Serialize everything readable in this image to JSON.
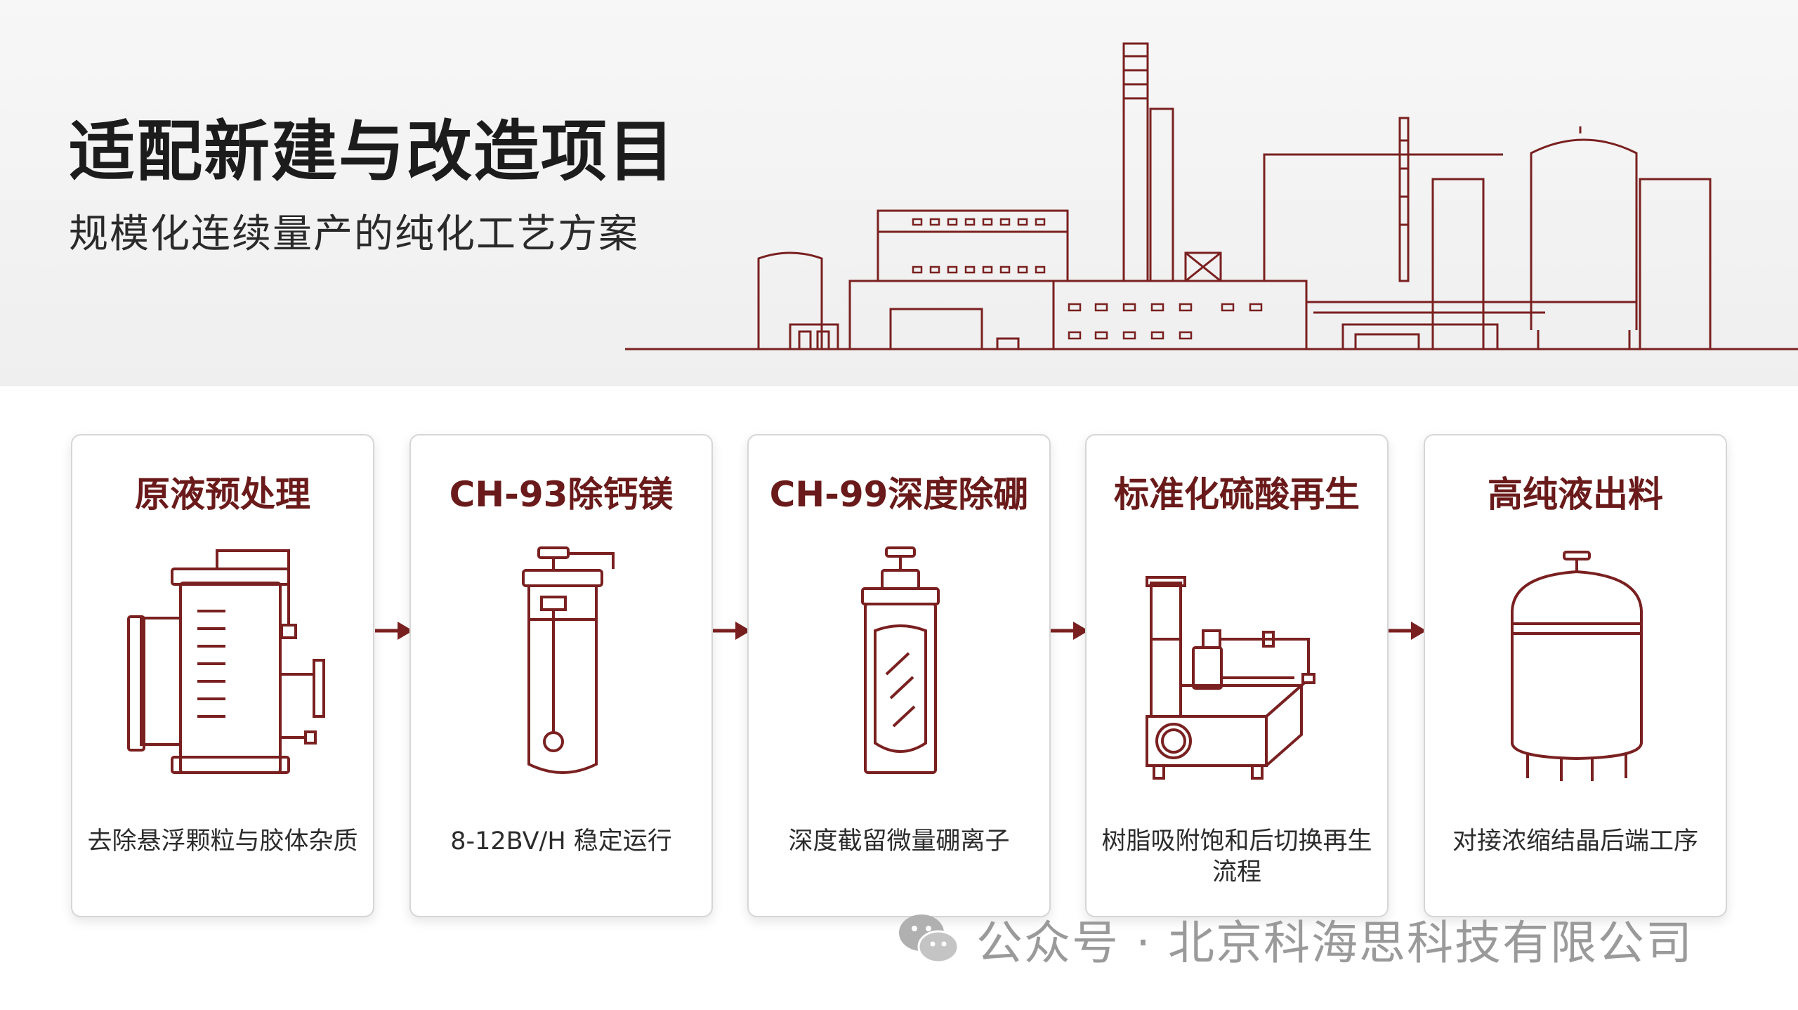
{
  "header": {
    "title": "适配新建与改造项目",
    "subtitle": "规模化连续量产的纯化工艺方案"
  },
  "steps": [
    {
      "title": "原液预处理",
      "desc": "去除悬浮颗粒与胶体杂质",
      "icon": "pretreatment-tank-icon"
    },
    {
      "title": "CH-93除钙镁",
      "desc": "8-12BV/H 稳定运行",
      "icon": "ion-exchange-column-icon"
    },
    {
      "title": "CH-99深度除硼",
      "desc": "深度截留微量硼离子",
      "icon": "resin-column-icon"
    },
    {
      "title": "标准化硫酸再生",
      "desc": "树脂吸附饱和后切换再生流程",
      "icon": "regeneration-unit-icon"
    },
    {
      "title": "高纯液出料",
      "desc": "对接浓缩结晶后端工序",
      "icon": "storage-tank-icon"
    }
  ],
  "watermark": {
    "text": "公众号 · 北京科海思科技有限公司",
    "icon": "wechat-icon"
  },
  "colors": {
    "accent": "#6a1a1a",
    "line": "#7a2020",
    "text": "#1c1c1c",
    "watermark": "#9a9a9a"
  }
}
